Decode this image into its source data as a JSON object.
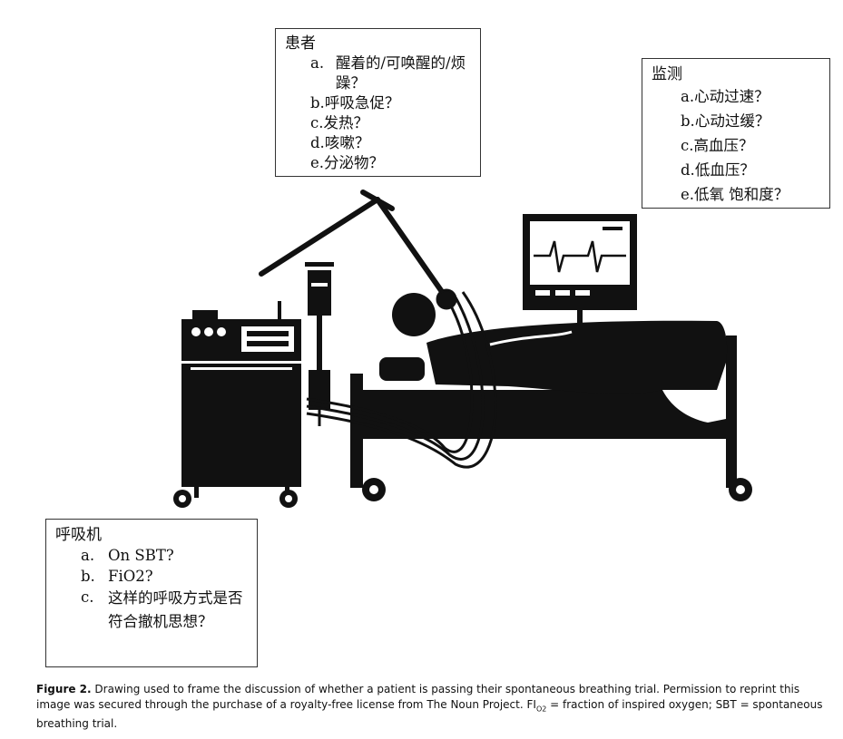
{
  "patient_box": {
    "title": "患者",
    "items": [
      {
        "label": "a.",
        "text": "醒着的/可唤醒的/烦躁？"
      },
      {
        "label": "b.",
        "text": "呼吸急促？"
      },
      {
        "label": "c.",
        "text": "发热？"
      },
      {
        "label": "d.",
        "text": "咳嗽？"
      },
      {
        "label": "e.",
        "text": "分泌物？"
      }
    ]
  },
  "monitor_box": {
    "title": "监测",
    "items": [
      {
        "label": "a.",
        "text": "心动过速？"
      },
      {
        "label": "b.",
        "text": "心动过缓？"
      },
      {
        "label": "c.",
        "text": "高血压？"
      },
      {
        "label": "d.",
        "text": "低血压？"
      },
      {
        "label": "e.",
        "text": "低氧 饱和度？"
      }
    ]
  },
  "ventilator_box": {
    "title": "呼吸机",
    "items": [
      {
        "label": "a.",
        "text": "On SBT?"
      },
      {
        "label": "b.",
        "text": "FiO2?"
      },
      {
        "label": "c.",
        "text": "这样的呼吸方式是否符合撤机思想？"
      }
    ]
  },
  "caption": {
    "label": "Figure 2.",
    "text_before": "Drawing used to frame the discussion of whether a patient is passing their spontaneous breathing trial. Permission to reprint this image was secured through the purchase of a royalty-free license from The Noun Project. F",
    "fio2_main": "I",
    "fio2_sub": "O2",
    "text_after": " = fraction of inspired oxygen; SBT = spontaneous breathing trial."
  },
  "colors": {
    "ink": "#111111",
    "box_border": "#333333",
    "background": "#ffffff"
  },
  "icons": [
    "ventilator-icon",
    "iv-pole-icon",
    "hospital-bed-icon",
    "patient-icon",
    "heart-monitor-icon"
  ]
}
